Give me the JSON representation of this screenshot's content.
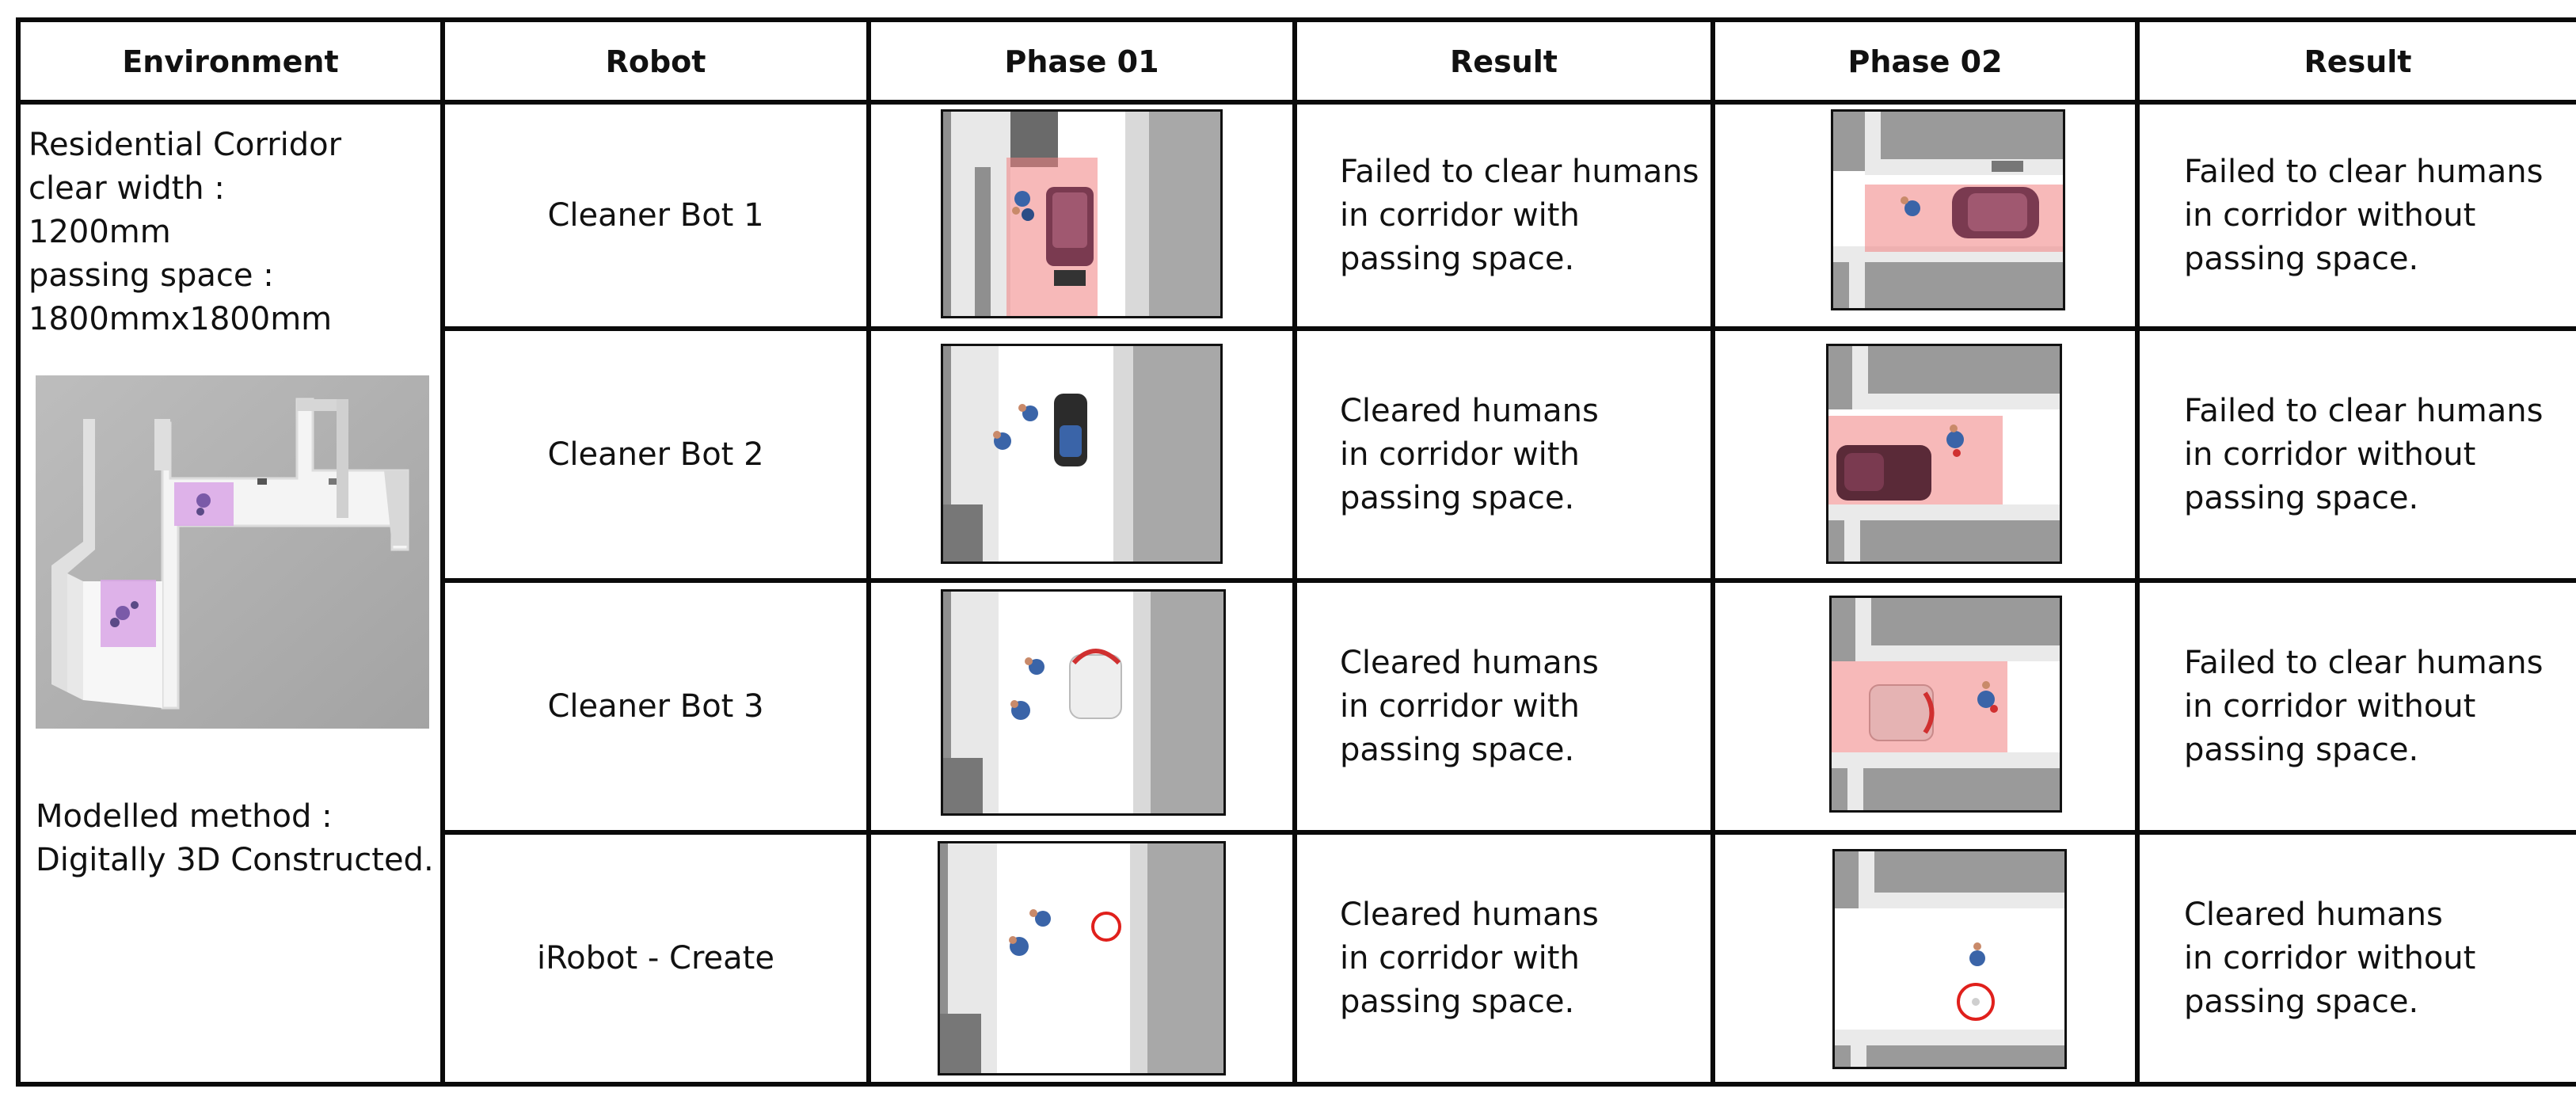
{
  "headers": {
    "environment": "Environment",
    "robot": "Robot",
    "phase01": "Phase 01",
    "result1": "Result",
    "phase02": "Phase 02",
    "result2": "Result"
  },
  "environment": {
    "lines": [
      "Residential Corridor",
      "clear width :",
      "1200mm",
      "passing space :",
      "1800mmx1800mm"
    ],
    "method_lines": [
      "Modelled method :",
      "Digitally 3D Constructed."
    ]
  },
  "rows": [
    {
      "robot": "Cleaner Bot 1",
      "result1": [
        "Failed to clear humans",
        "in corridor with",
        "passing space."
      ],
      "result2": [
        "Failed to clear humans",
        "in corridor without",
        "passing space."
      ]
    },
    {
      "robot": "Cleaner Bot 2",
      "result1": [
        "Cleared humans",
        "in corridor with",
        "passing space."
      ],
      "result2": [
        "Failed to clear humans",
        "in corridor without",
        "passing space."
      ]
    },
    {
      "robot": "Cleaner Bot 3",
      "result1": [
        "Cleared humans",
        "in corridor with",
        "passing space."
      ],
      "result2": [
        "Failed to clear humans",
        "in corridor without",
        "passing space."
      ]
    },
    {
      "robot": "iRobot - Create",
      "result1": [
        "Cleared humans",
        "in corridor with",
        "passing space."
      ],
      "result2": [
        "Cleared humans",
        "in corridor without",
        "passing space."
      ]
    }
  ],
  "colors": {
    "border": "#0a0a0a",
    "fail_zone": "#f08080",
    "passing_zone": "#d9a6e6",
    "wall": "#e6e6e6",
    "floor_shadow": "#9a9a9a",
    "robot_dark": "#7a3a50",
    "marker_red": "#e0201c"
  }
}
